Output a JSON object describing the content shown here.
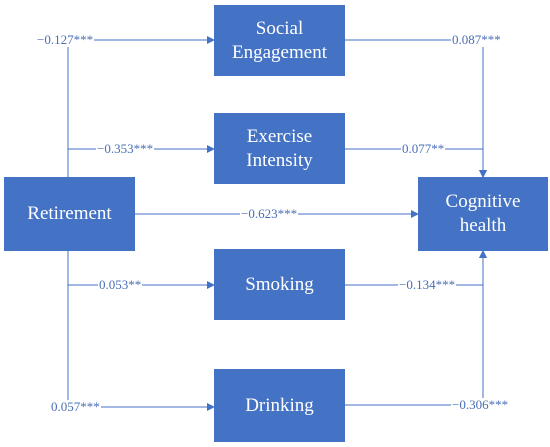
{
  "nodes": {
    "social": {
      "line1": "Social",
      "line2": "Engagement"
    },
    "exercise": {
      "line1": "Exercise",
      "line2": "Intensity"
    },
    "retirement": {
      "label": "Retirement"
    },
    "cognitive": {
      "line1": "Cognitive",
      "line2": "health"
    },
    "smoking": {
      "label": "Smoking"
    },
    "drinking": {
      "label": "Drinking"
    }
  },
  "coefficients": {
    "ret_social": "−0.127***",
    "social_cog": "0.087***",
    "ret_exercise": "−0.353***",
    "exercise_cog": "0.077**",
    "ret_cog": "−0.623***",
    "ret_smoking": "0.053**",
    "smoking_cog": "−0.134***",
    "ret_drinking": "0.057***",
    "drinking_cog": "−0.306***"
  },
  "colors": {
    "box": "#4472c4",
    "line": "#4472c4",
    "coef_text": "#4a6fb8"
  }
}
